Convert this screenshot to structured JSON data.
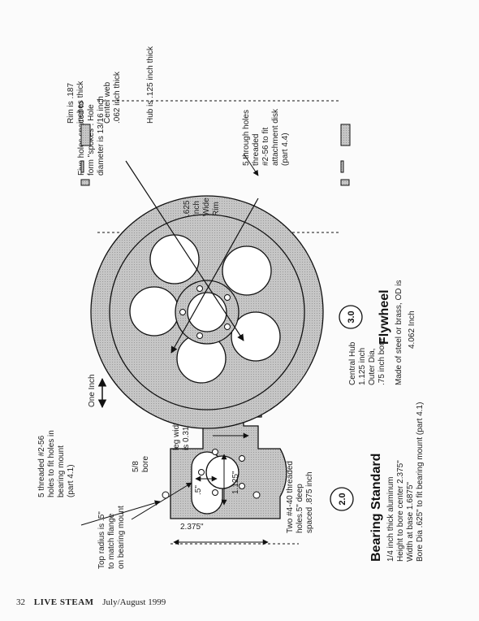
{
  "footer": {
    "page_number": "32",
    "magazine": "LIVE STEAM",
    "issue": "July/August 1999"
  },
  "scale": {
    "label": "One Inch"
  },
  "bearing_standard": {
    "number": "2.0",
    "title": "Bearing Standard",
    "specs": [
      "1/4 inch thick aluminum",
      "Height to bore center 2.375\"",
      "Width at base 1.6875\"",
      "Bore Dia .625\" to fit bearing mount (part 4.1)"
    ],
    "notes": {
      "threaded_holes": [
        "5 threaded #2-56",
        "holes to fit holes in",
        "bearing mount",
        "(part 4.1)"
      ],
      "top_radius": [
        "Top radius is .5\"",
        "to match flange",
        "on bearing mount"
      ],
      "bore": [
        "5/8",
        "bore"
      ],
      "leg_width": [
        "leg width",
        "is 0.312\""
      ],
      "base_holes": [
        "Two #4-40 threaded",
        "holes.5\" deep",
        "spaced .875 inch"
      ]
    },
    "dimensions": {
      "height": "2.375\"",
      "slot_length": "1.125\"",
      "slot_width": ".5\""
    }
  },
  "flywheel": {
    "number": "3.0",
    "title": "Flywheel",
    "subtitle": [
      "Made of steel or brass, OD is",
      "4.062 Inch"
    ],
    "notes": {
      "spoke_holes": [
        "Five holes spaced to",
        "form \"spokes\". Hole",
        "diameter is 13/16 inch"
      ],
      "rim_width": [
        ".625",
        "Inch",
        "Wide",
        "Rim"
      ],
      "central_hub": [
        "Central Hub",
        "1.125 inch",
        "Outer Dia,",
        ".75 inch bore"
      ],
      "rim_thick": [
        "Rim is .187",
        "inches thick"
      ],
      "center_web": [
        "Center web",
        ".062 inch thick"
      ],
      "hub_thick": [
        "Hub is .125 inch thick"
      ],
      "through_holes": [
        "5 through holes",
        "threaded",
        "#2-56 to fit",
        "attachment disk",
        "(part 4.4)"
      ]
    }
  }
}
